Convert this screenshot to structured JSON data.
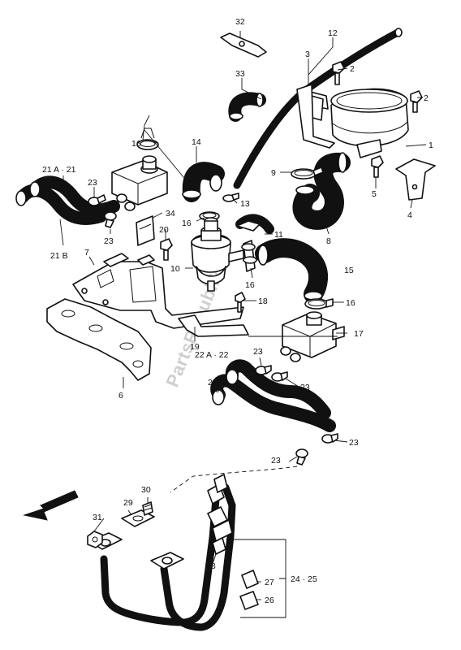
{
  "diagram": {
    "watermark": "PartsRepublik",
    "callouts": [
      {
        "id": "c32",
        "text": "32"
      },
      {
        "id": "c12",
        "text": "12"
      },
      {
        "id": "c3",
        "text": "3"
      },
      {
        "id": "c2a",
        "text": "2"
      },
      {
        "id": "c2b",
        "text": "2"
      },
      {
        "id": "c33",
        "text": "33"
      },
      {
        "id": "c1",
        "text": "1"
      },
      {
        "id": "c16a",
        "text": "16"
      },
      {
        "id": "c14",
        "text": "14"
      },
      {
        "id": "c9",
        "text": "9"
      },
      {
        "id": "c5",
        "text": "5"
      },
      {
        "id": "c4",
        "text": "4"
      },
      {
        "id": "c21a21",
        "text": "21 A · 21"
      },
      {
        "id": "c23a",
        "text": "23"
      },
      {
        "id": "c13",
        "text": "13"
      },
      {
        "id": "c16b",
        "text": "16"
      },
      {
        "id": "c34",
        "text": "34"
      },
      {
        "id": "c23b",
        "text": "23"
      },
      {
        "id": "c20",
        "text": "20"
      },
      {
        "id": "c11",
        "text": "11"
      },
      {
        "id": "c8",
        "text": "8"
      },
      {
        "id": "c21b",
        "text": "21 B"
      },
      {
        "id": "c7",
        "text": "7"
      },
      {
        "id": "c10",
        "text": "10"
      },
      {
        "id": "c16c",
        "text": "16"
      },
      {
        "id": "c15",
        "text": "15"
      },
      {
        "id": "c18",
        "text": "18"
      },
      {
        "id": "c16d",
        "text": "16"
      },
      {
        "id": "c17",
        "text": "17"
      },
      {
        "id": "c19",
        "text": "19"
      },
      {
        "id": "c22a22",
        "text": "22 A · 22"
      },
      {
        "id": "c23c",
        "text": "23"
      },
      {
        "id": "c23d",
        "text": "23"
      },
      {
        "id": "c22b",
        "text": "22 B"
      },
      {
        "id": "c6",
        "text": "6"
      },
      {
        "id": "c23e",
        "text": "23"
      },
      {
        "id": "c23f",
        "text": "23"
      },
      {
        "id": "c29",
        "text": "29"
      },
      {
        "id": "c30",
        "text": "30"
      },
      {
        "id": "c31",
        "text": "31"
      },
      {
        "id": "c28",
        "text": "28"
      },
      {
        "id": "c27",
        "text": "27"
      },
      {
        "id": "c2425",
        "text": "24 · 25"
      },
      {
        "id": "c26",
        "text": "26"
      }
    ]
  }
}
